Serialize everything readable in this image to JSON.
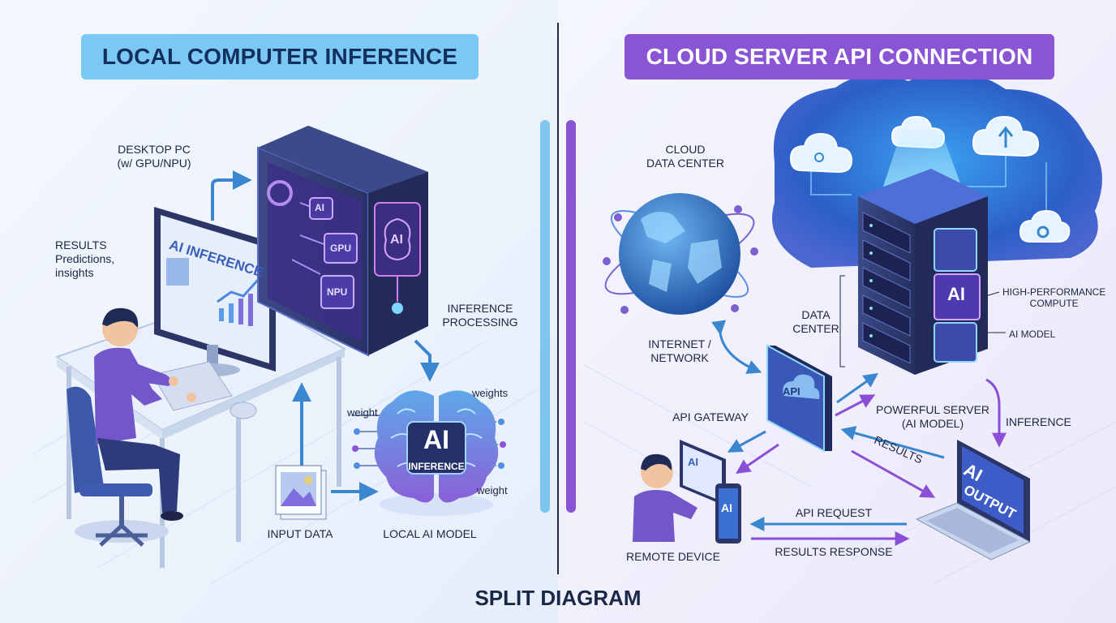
{
  "left_panel": {
    "title": "LOCAL COMPUTER INFERENCE",
    "labels": {
      "desktop_pc": "DESKTOP PC\n(w/ GPU/NPU)",
      "results": "RESULTS\nPredictions,\ninsights",
      "inference_processing": "INFERENCE\nPROCESSING",
      "input_data": "INPUT DATA",
      "local_ai_model": "LOCAL AI MODEL",
      "weight_left": "weight",
      "weights_right": "weights",
      "weight_bottom": "weight"
    },
    "monitor_text": "AI INFERENCE",
    "chips": {
      "ai": "AI",
      "gpu": "GPU",
      "npu": "NPU",
      "case_ai": "AI"
    },
    "brain_text": {
      "ai": "AI",
      "inference": "INFERENCE"
    }
  },
  "right_panel": {
    "title": "CLOUD SERVER API CONNECTION",
    "labels": {
      "cloud_data_center": "CLOUD\nDATA CENTER",
      "internet_network": "INTERNET /\nNETWORK",
      "data_center": "DATA\nCENTER",
      "high_performance_compute": "HIGH-PERFORMANCE\nCOMPUTE",
      "ai_model": "AI MODEL",
      "api_gateway": "API GATEWAY",
      "powerful_server": "POWERFUL SERVER\n(AI MODEL)",
      "inference": "INFERENCE",
      "results": "RESULTS",
      "api_request": "API REQUEST",
      "results_response": "RESULTS RESPONSE",
      "remote_device": "REMOTE DEVICE"
    },
    "gateway_text": "API",
    "server_ai": "AI",
    "laptop_text": {
      "ai": "AI",
      "output": "OUTPUT"
    },
    "phone_text": "AI",
    "tablet_text": "AI"
  },
  "footer": "SPLIT DIAGRAM",
  "colors": {
    "light_blue": "#7cc8f4",
    "purple": "#8a55d4",
    "navy": "#1a2642",
    "background": "#f3f7fd"
  },
  "icons": [
    "cloud-icon",
    "upload-cloud-icon",
    "gear-cloud-icon",
    "globe-icon",
    "brain-icon",
    "image-icon",
    "person-icon"
  ]
}
